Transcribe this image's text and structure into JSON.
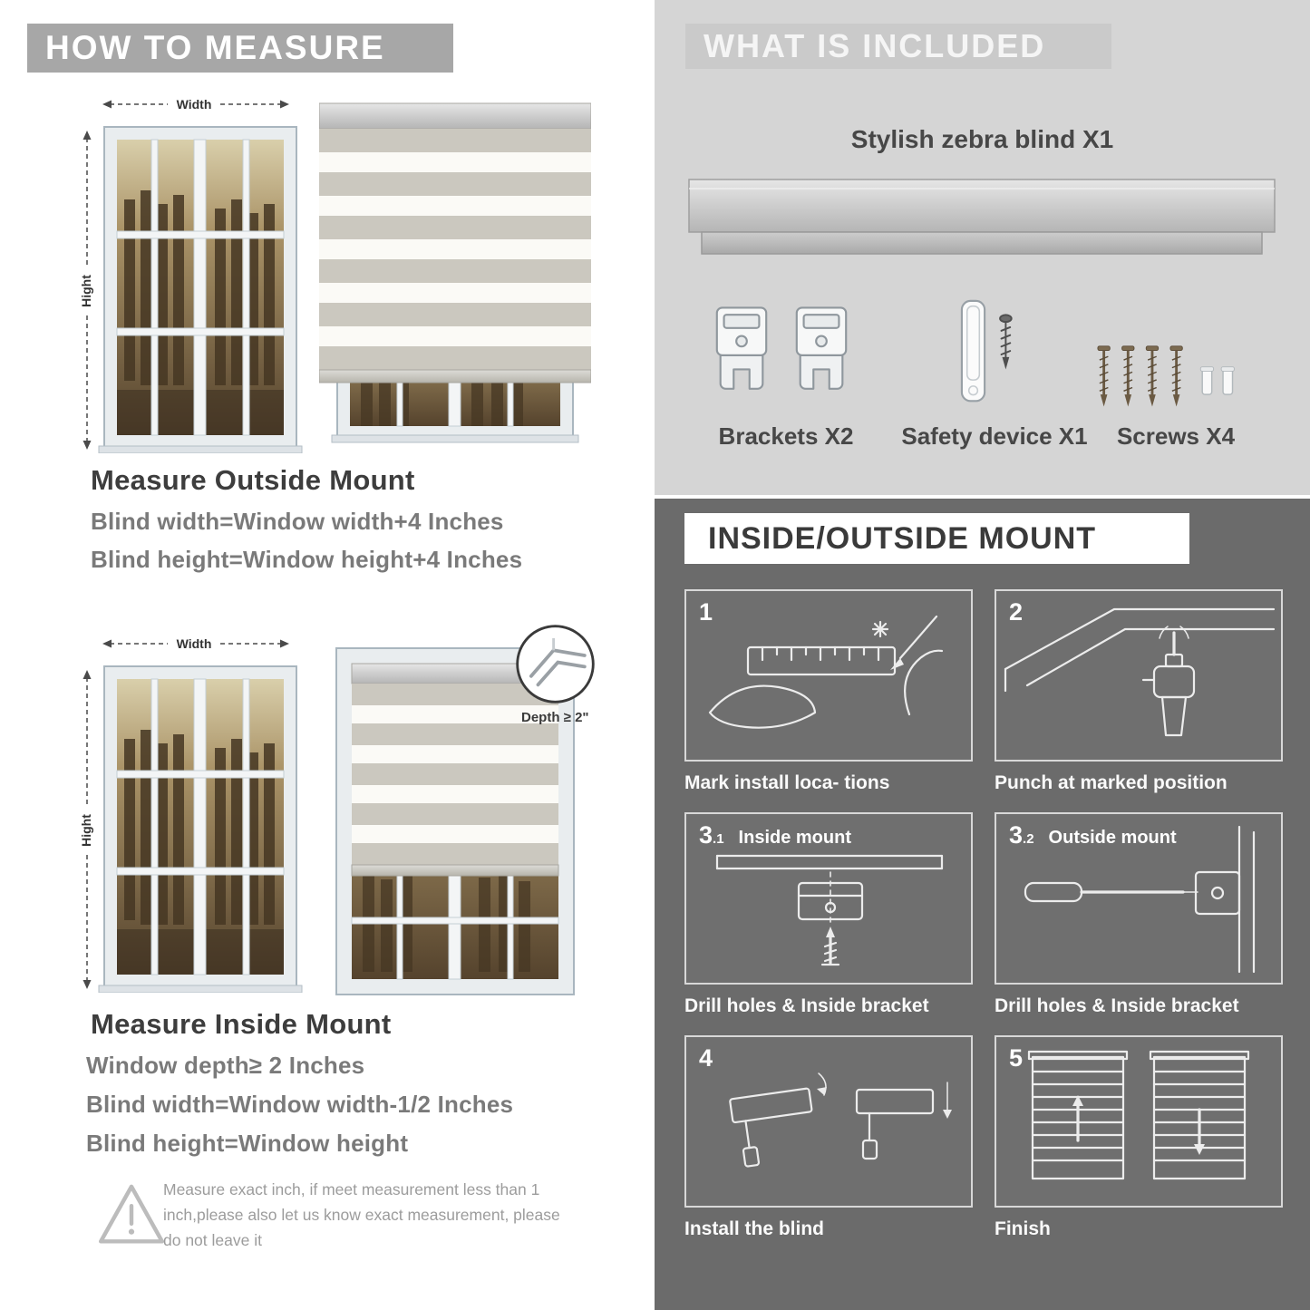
{
  "colors": {
    "banner_gray": "#a7a7a7",
    "light_section_bg": "#d5d5d5",
    "dark_section_bg": "#6b6b6b",
    "heading_dark": "#3d3d3d",
    "body_gray": "#7a7a7a",
    "stripe_gray": "#cbc8bf"
  },
  "how_to_measure": {
    "header": "HOW TO MEASURE",
    "outside": {
      "width_label": "Width",
      "height_label": "Hight",
      "title": "Measure Outside Mount",
      "lines": [
        "Blind width=Window width+4 Inches",
        "Blind height=Window height+4 Inches"
      ]
    },
    "inside": {
      "width_label": "Width",
      "height_label": "Hight",
      "depth_label": "Depth ≥ 2\"",
      "title": "Measure Inside Mount",
      "lines": [
        "Window depth≥ 2 Inches",
        "Blind width=Window width-1/2 Inches",
        "Blind height=Window height"
      ]
    },
    "note": "Measure exact inch, if meet measurement less than 1 inch,please also let us know exact measurement, please do not leave it"
  },
  "included": {
    "header": "WHAT IS INCLUDED",
    "product_label": "Stylish zebra blind X1",
    "items": [
      {
        "label": "Brackets X2"
      },
      {
        "label": "Safety device X1"
      },
      {
        "label": "Screws X4"
      }
    ]
  },
  "mount_guide": {
    "header": "INSIDE/OUTSIDE MOUNT",
    "steps": [
      {
        "num": "1",
        "sub": "",
        "inner_label": "",
        "caption": "Mark install loca- tions"
      },
      {
        "num": "2",
        "sub": "",
        "inner_label": "",
        "caption": "Punch at marked position"
      },
      {
        "num": "3",
        "sub": ".1",
        "inner_label": "Inside mount",
        "caption": "Drill holes & Inside bracket"
      },
      {
        "num": "3",
        "sub": ".2",
        "inner_label": "Outside mount",
        "caption": "Drill holes & Inside bracket"
      },
      {
        "num": "4",
        "sub": "",
        "inner_label": "",
        "caption": "Install the blind"
      },
      {
        "num": "5",
        "sub": "",
        "inner_label": "",
        "caption": "Finish"
      }
    ]
  }
}
